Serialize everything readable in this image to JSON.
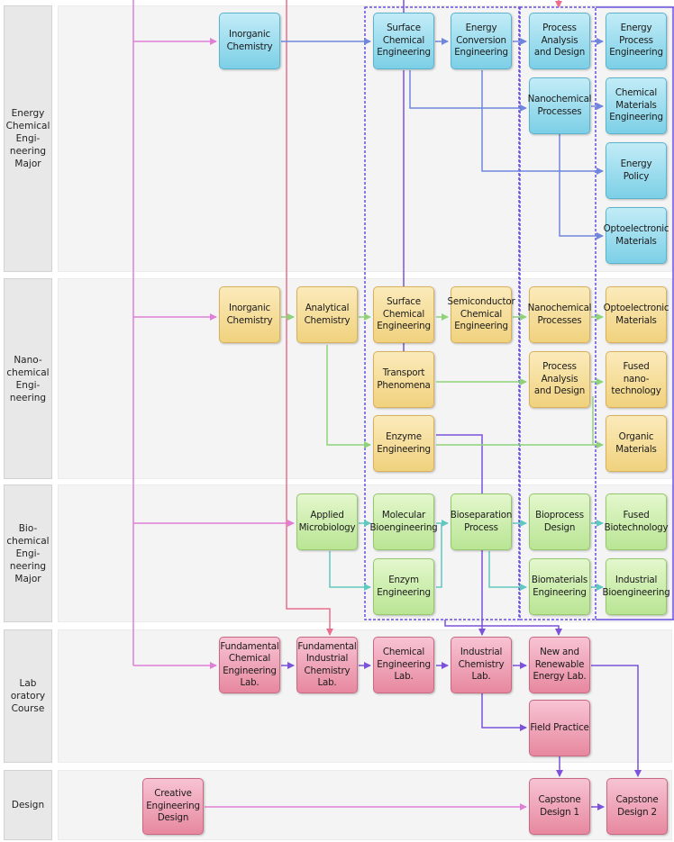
{
  "bands": [
    {
      "id": "energy",
      "label": "Energy\nChemical\nEngi-\nneering\nMajor"
    },
    {
      "id": "nano",
      "label": "Nano-\nchemical\nEngi-\nneering"
    },
    {
      "id": "bio",
      "label": "Bio-\nchemical\nEngi-\nneering\nMajor"
    },
    {
      "id": "lab",
      "label": "Lab\noratory\nCourse"
    },
    {
      "id": "design",
      "label": "Design"
    }
  ],
  "courses": {
    "e_inorganic": "Inorganic\nChemistry",
    "e_surface": "Surface\nChemical\nEngineering",
    "e_conversion": "Energy\nConversion\nEngineering",
    "e_process": "Process\nAnalysis\nand Design",
    "e_energy_process": "Energy\nProcess\nEngineering",
    "e_nanochem": "Nanochemical\nProcesses",
    "e_chem_mat": "Chemical\nMaterials\nEngineering",
    "e_policy": "Energy Policy",
    "e_opto": "Optoelectronic\nMaterials",
    "n_inorganic": "Inorganic\nChemistry",
    "n_analytical": "Analytical\nChemistry",
    "n_surface": "Surface\nChemical\nEngineering",
    "n_semi": "Semiconductor\nChemical\nEngineering",
    "n_nanochem": "Nanochemical\nProcesses",
    "n_opto": "Optoelectronic\nMaterials",
    "n_transport": "Transport\nPhenomena",
    "n_process": "Process\nAnalysis\nand Design",
    "n_fused": "Fused\nnano-\ntechnology",
    "n_enzyme": "Enzyme\nEngineering",
    "n_organic": "Organic\nMaterials",
    "b_applied": "Applied\nMicrobiology",
    "b_molecular": "Molecular\nBioengineering",
    "b_biosep": "Bioseparation\nProcess",
    "b_bioprocess": "Bioprocess\nDesign",
    "b_fusedbio": "Fused\nBiotechnology",
    "b_enzym": "Enzym\nEngineering",
    "b_biomat": "Biomaterials\nEngineering",
    "b_industrial": "Industrial\nBioengineering",
    "l_fundchem": "Fundamental\nChemical\nEngineering\nLab.",
    "l_fundind": "Fundamental\nIndustrial\nChemistry\nLab.",
    "l_chemlab": "Chemical\nEngineering\nLab.",
    "l_indlab": "Industrial\nChemistry Lab.",
    "l_renew": "New and\nRenewable\nEnergy Lab.",
    "l_field": "Field Practice",
    "d_creative": "Creative\nEngineering\nDesign",
    "d_cap1": "Capstone\nDesign 1",
    "d_cap2": "Capstone\nDesign 2"
  },
  "colors": {
    "blue_arrow": "#6f86dd",
    "green_arrow": "#8fd27a",
    "teal_arrow": "#5fc9c0",
    "purple_arrow": "#7b52d9",
    "pink_arrow": "#e07fd6",
    "red_arrow": "#ea6f8e",
    "dashed_box": "#6a4fe0"
  }
}
